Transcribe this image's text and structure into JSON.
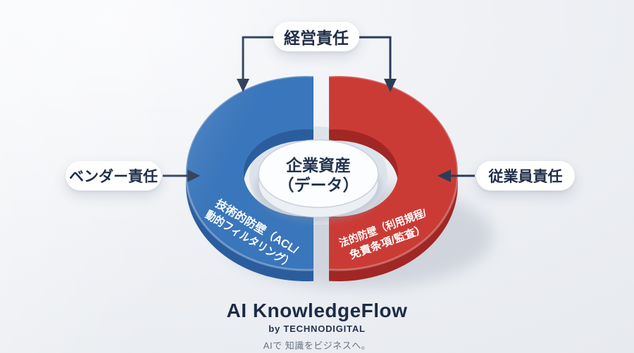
{
  "labels": {
    "top": "経営責任",
    "left": "ベンダー責任",
    "right": "従業員責任"
  },
  "center": {
    "line1": "企業資産",
    "line2": "（データ）"
  },
  "segments": {
    "technical": {
      "line1": "技術的防壁（ACL/",
      "line2": "動的フィルタリング）",
      "color": "#3a76bb",
      "color_dark": "#2b5d9e"
    },
    "legal": {
      "line1": "法的防壁（利用規程/",
      "line2": "免責条項/監査）",
      "color": "#cb3b36",
      "color_dark": "#a02724"
    }
  },
  "branding": {
    "title": "AI KnowledgeFlow",
    "byline": "by TECHNODIGITAL",
    "tagline": "AIで 知識をビジネスへ。"
  },
  "colors": {
    "arrow": "#2c3c58",
    "navy_text": "#1f2d49",
    "shadow": "#a7afbd",
    "inner_floor": "#dde3eb"
  }
}
